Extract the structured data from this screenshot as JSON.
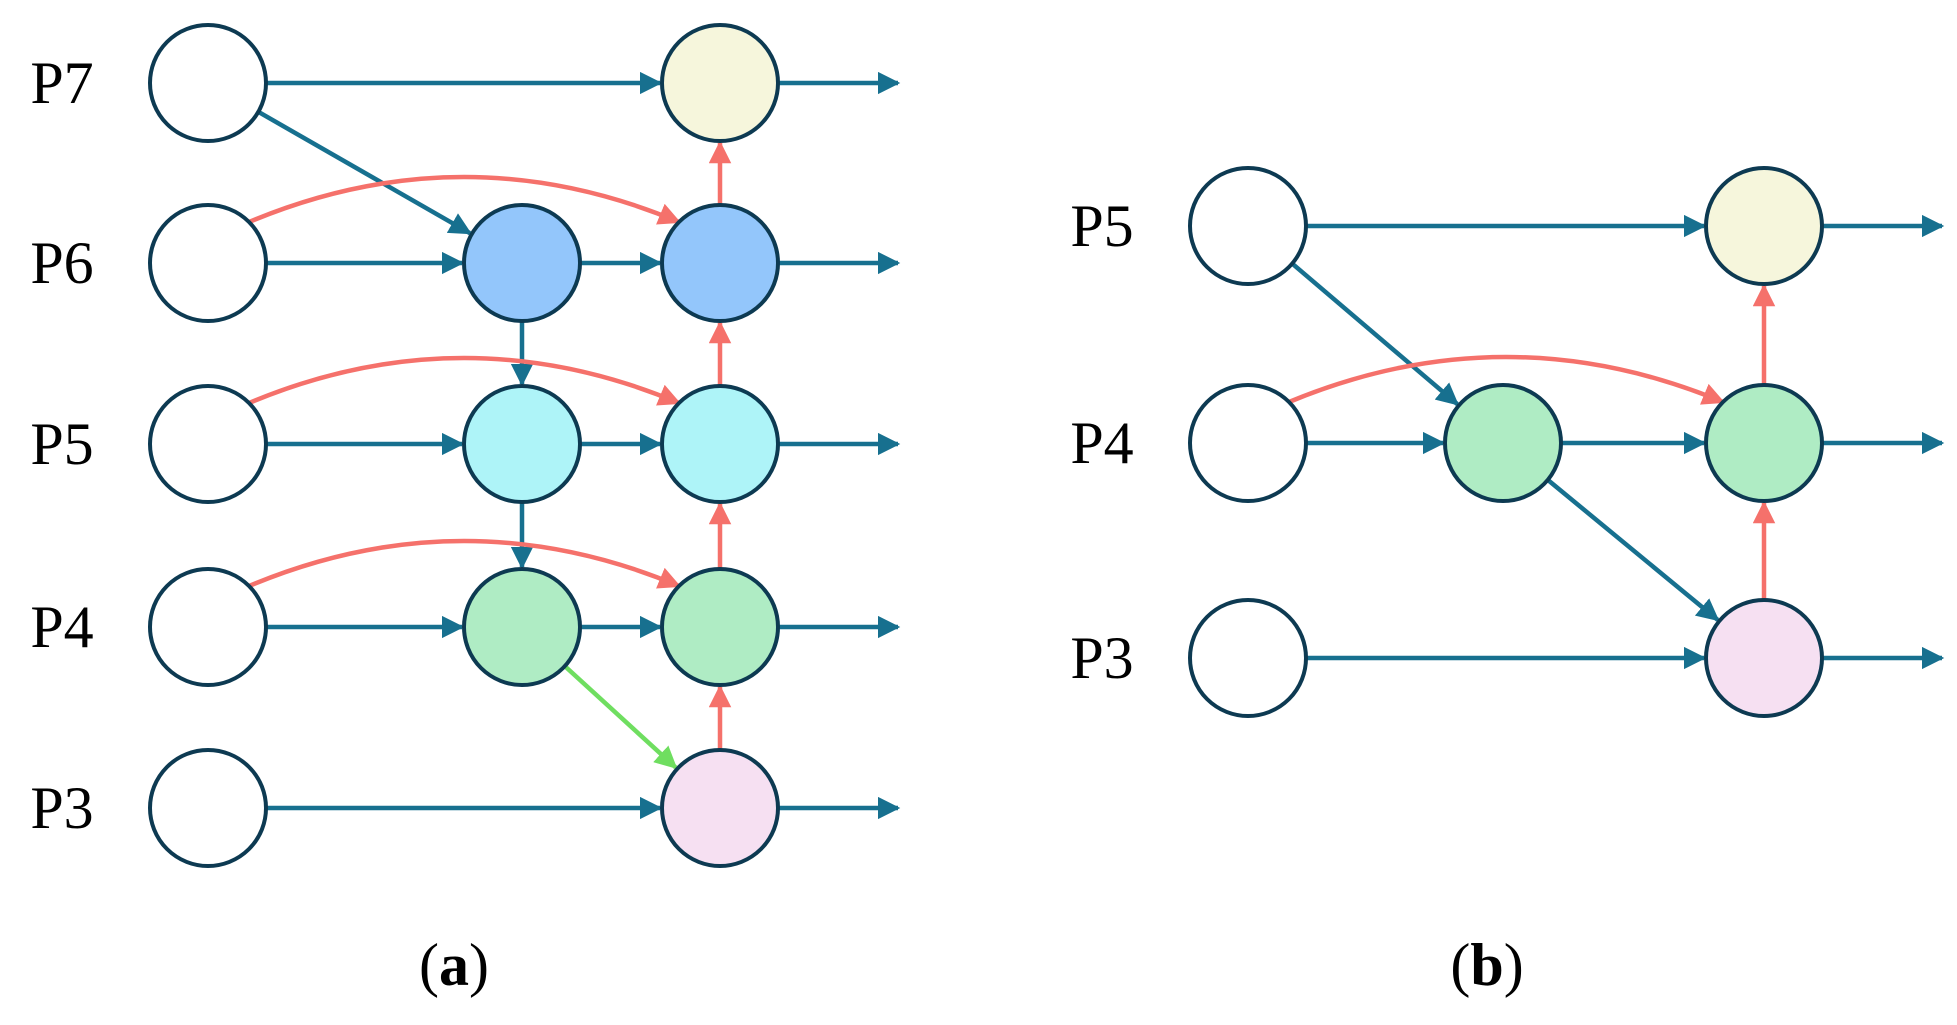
{
  "colors": {
    "stroke": "#0d3a52",
    "blue_edge": "#17708f",
    "red_edge": "#f5716b",
    "green_edge": "#6fde60",
    "white": "#ffffff",
    "yellow": "#f6f6dc",
    "blue": "#93c6fb",
    "cyan": "#aef4f8",
    "green": "#afecc4",
    "pink": "#f6e0f2"
  },
  "panels": [
    {
      "id": "a",
      "caption": {
        "open": "(",
        "letter": "a",
        "close": ")"
      },
      "levels": [
        "P7",
        "P6",
        "P5",
        "P4",
        "P3"
      ],
      "nodes": [
        {
          "id": "a7i",
          "level": "P7",
          "col": 0,
          "fill": "white"
        },
        {
          "id": "a6i",
          "level": "P6",
          "col": 0,
          "fill": "white"
        },
        {
          "id": "a5i",
          "level": "P5",
          "col": 0,
          "fill": "white"
        },
        {
          "id": "a4i",
          "level": "P4",
          "col": 0,
          "fill": "white"
        },
        {
          "id": "a3i",
          "level": "P3",
          "col": 0,
          "fill": "white"
        },
        {
          "id": "a6m",
          "level": "P6",
          "col": 1,
          "fill": "blue"
        },
        {
          "id": "a5m",
          "level": "P5",
          "col": 1,
          "fill": "cyan"
        },
        {
          "id": "a4m",
          "level": "P4",
          "col": 1,
          "fill": "green"
        },
        {
          "id": "a7o",
          "level": "P7",
          "col": 2,
          "fill": "yellow"
        },
        {
          "id": "a6o",
          "level": "P6",
          "col": 2,
          "fill": "blue"
        },
        {
          "id": "a5o",
          "level": "P5",
          "col": 2,
          "fill": "cyan"
        },
        {
          "id": "a4o",
          "level": "P4",
          "col": 2,
          "fill": "green"
        },
        {
          "id": "a3o",
          "level": "P3",
          "col": 2,
          "fill": "pink"
        }
      ],
      "edges": [
        {
          "from": "a7i",
          "to": "a7o",
          "color": "blue_edge"
        },
        {
          "from": "a7i",
          "to": "a6m",
          "color": "blue_edge"
        },
        {
          "from": "a6i",
          "to": "a6m",
          "color": "blue_edge"
        },
        {
          "from": "a6m",
          "to": "a6o",
          "color": "blue_edge"
        },
        {
          "from": "a6m",
          "to": "a5m",
          "color": "blue_edge"
        },
        {
          "from": "a5i",
          "to": "a5m",
          "color": "blue_edge"
        },
        {
          "from": "a5m",
          "to": "a5o",
          "color": "blue_edge"
        },
        {
          "from": "a5m",
          "to": "a4m",
          "color": "blue_edge"
        },
        {
          "from": "a4i",
          "to": "a4m",
          "color": "blue_edge"
        },
        {
          "from": "a4m",
          "to": "a4o",
          "color": "blue_edge"
        },
        {
          "from": "a3i",
          "to": "a3o",
          "color": "blue_edge"
        },
        {
          "from": "a4m",
          "to": "a3o",
          "color": "green_edge"
        },
        {
          "from": "a3o",
          "to": "a4o",
          "color": "red_edge"
        },
        {
          "from": "a4o",
          "to": "a5o",
          "color": "red_edge"
        },
        {
          "from": "a5o",
          "to": "a6o",
          "color": "red_edge"
        },
        {
          "from": "a6o",
          "to": "a7o",
          "color": "red_edge"
        },
        {
          "from": "a6i",
          "to": "a6o",
          "color": "red_edge",
          "curved": true
        },
        {
          "from": "a5i",
          "to": "a5o",
          "color": "red_edge",
          "curved": true
        },
        {
          "from": "a4i",
          "to": "a4o",
          "color": "red_edge",
          "curved": true
        }
      ],
      "outputs": [
        "a7o",
        "a6o",
        "a5o",
        "a4o",
        "a3o"
      ]
    },
    {
      "id": "b",
      "caption": {
        "open": "(",
        "letter": "b",
        "close": ")"
      },
      "levels": [
        "P5",
        "P4",
        "P3"
      ],
      "nodes": [
        {
          "id": "b5i",
          "level": "P5",
          "col": 0,
          "fill": "white"
        },
        {
          "id": "b4i",
          "level": "P4",
          "col": 0,
          "fill": "white"
        },
        {
          "id": "b3i",
          "level": "P3",
          "col": 0,
          "fill": "white"
        },
        {
          "id": "b4m",
          "level": "P4",
          "col": 1,
          "fill": "green"
        },
        {
          "id": "b5o",
          "level": "P5",
          "col": 2,
          "fill": "yellow"
        },
        {
          "id": "b4o",
          "level": "P4",
          "col": 2,
          "fill": "green"
        },
        {
          "id": "b3o",
          "level": "P3",
          "col": 2,
          "fill": "pink"
        }
      ],
      "edges": [
        {
          "from": "b5i",
          "to": "b5o",
          "color": "blue_edge"
        },
        {
          "from": "b5i",
          "to": "b4m",
          "color": "blue_edge"
        },
        {
          "from": "b4i",
          "to": "b4m",
          "color": "blue_edge"
        },
        {
          "from": "b4m",
          "to": "b4o",
          "color": "blue_edge"
        },
        {
          "from": "b4m",
          "to": "b3o",
          "color": "blue_edge"
        },
        {
          "from": "b3i",
          "to": "b3o",
          "color": "blue_edge"
        },
        {
          "from": "b3o",
          "to": "b4o",
          "color": "red_edge"
        },
        {
          "from": "b4o",
          "to": "b5o",
          "color": "red_edge"
        },
        {
          "from": "b4i",
          "to": "b4o",
          "color": "red_edge",
          "curved": true
        }
      ],
      "outputs": [
        "b5o",
        "b4o",
        "b3o"
      ]
    }
  ]
}
